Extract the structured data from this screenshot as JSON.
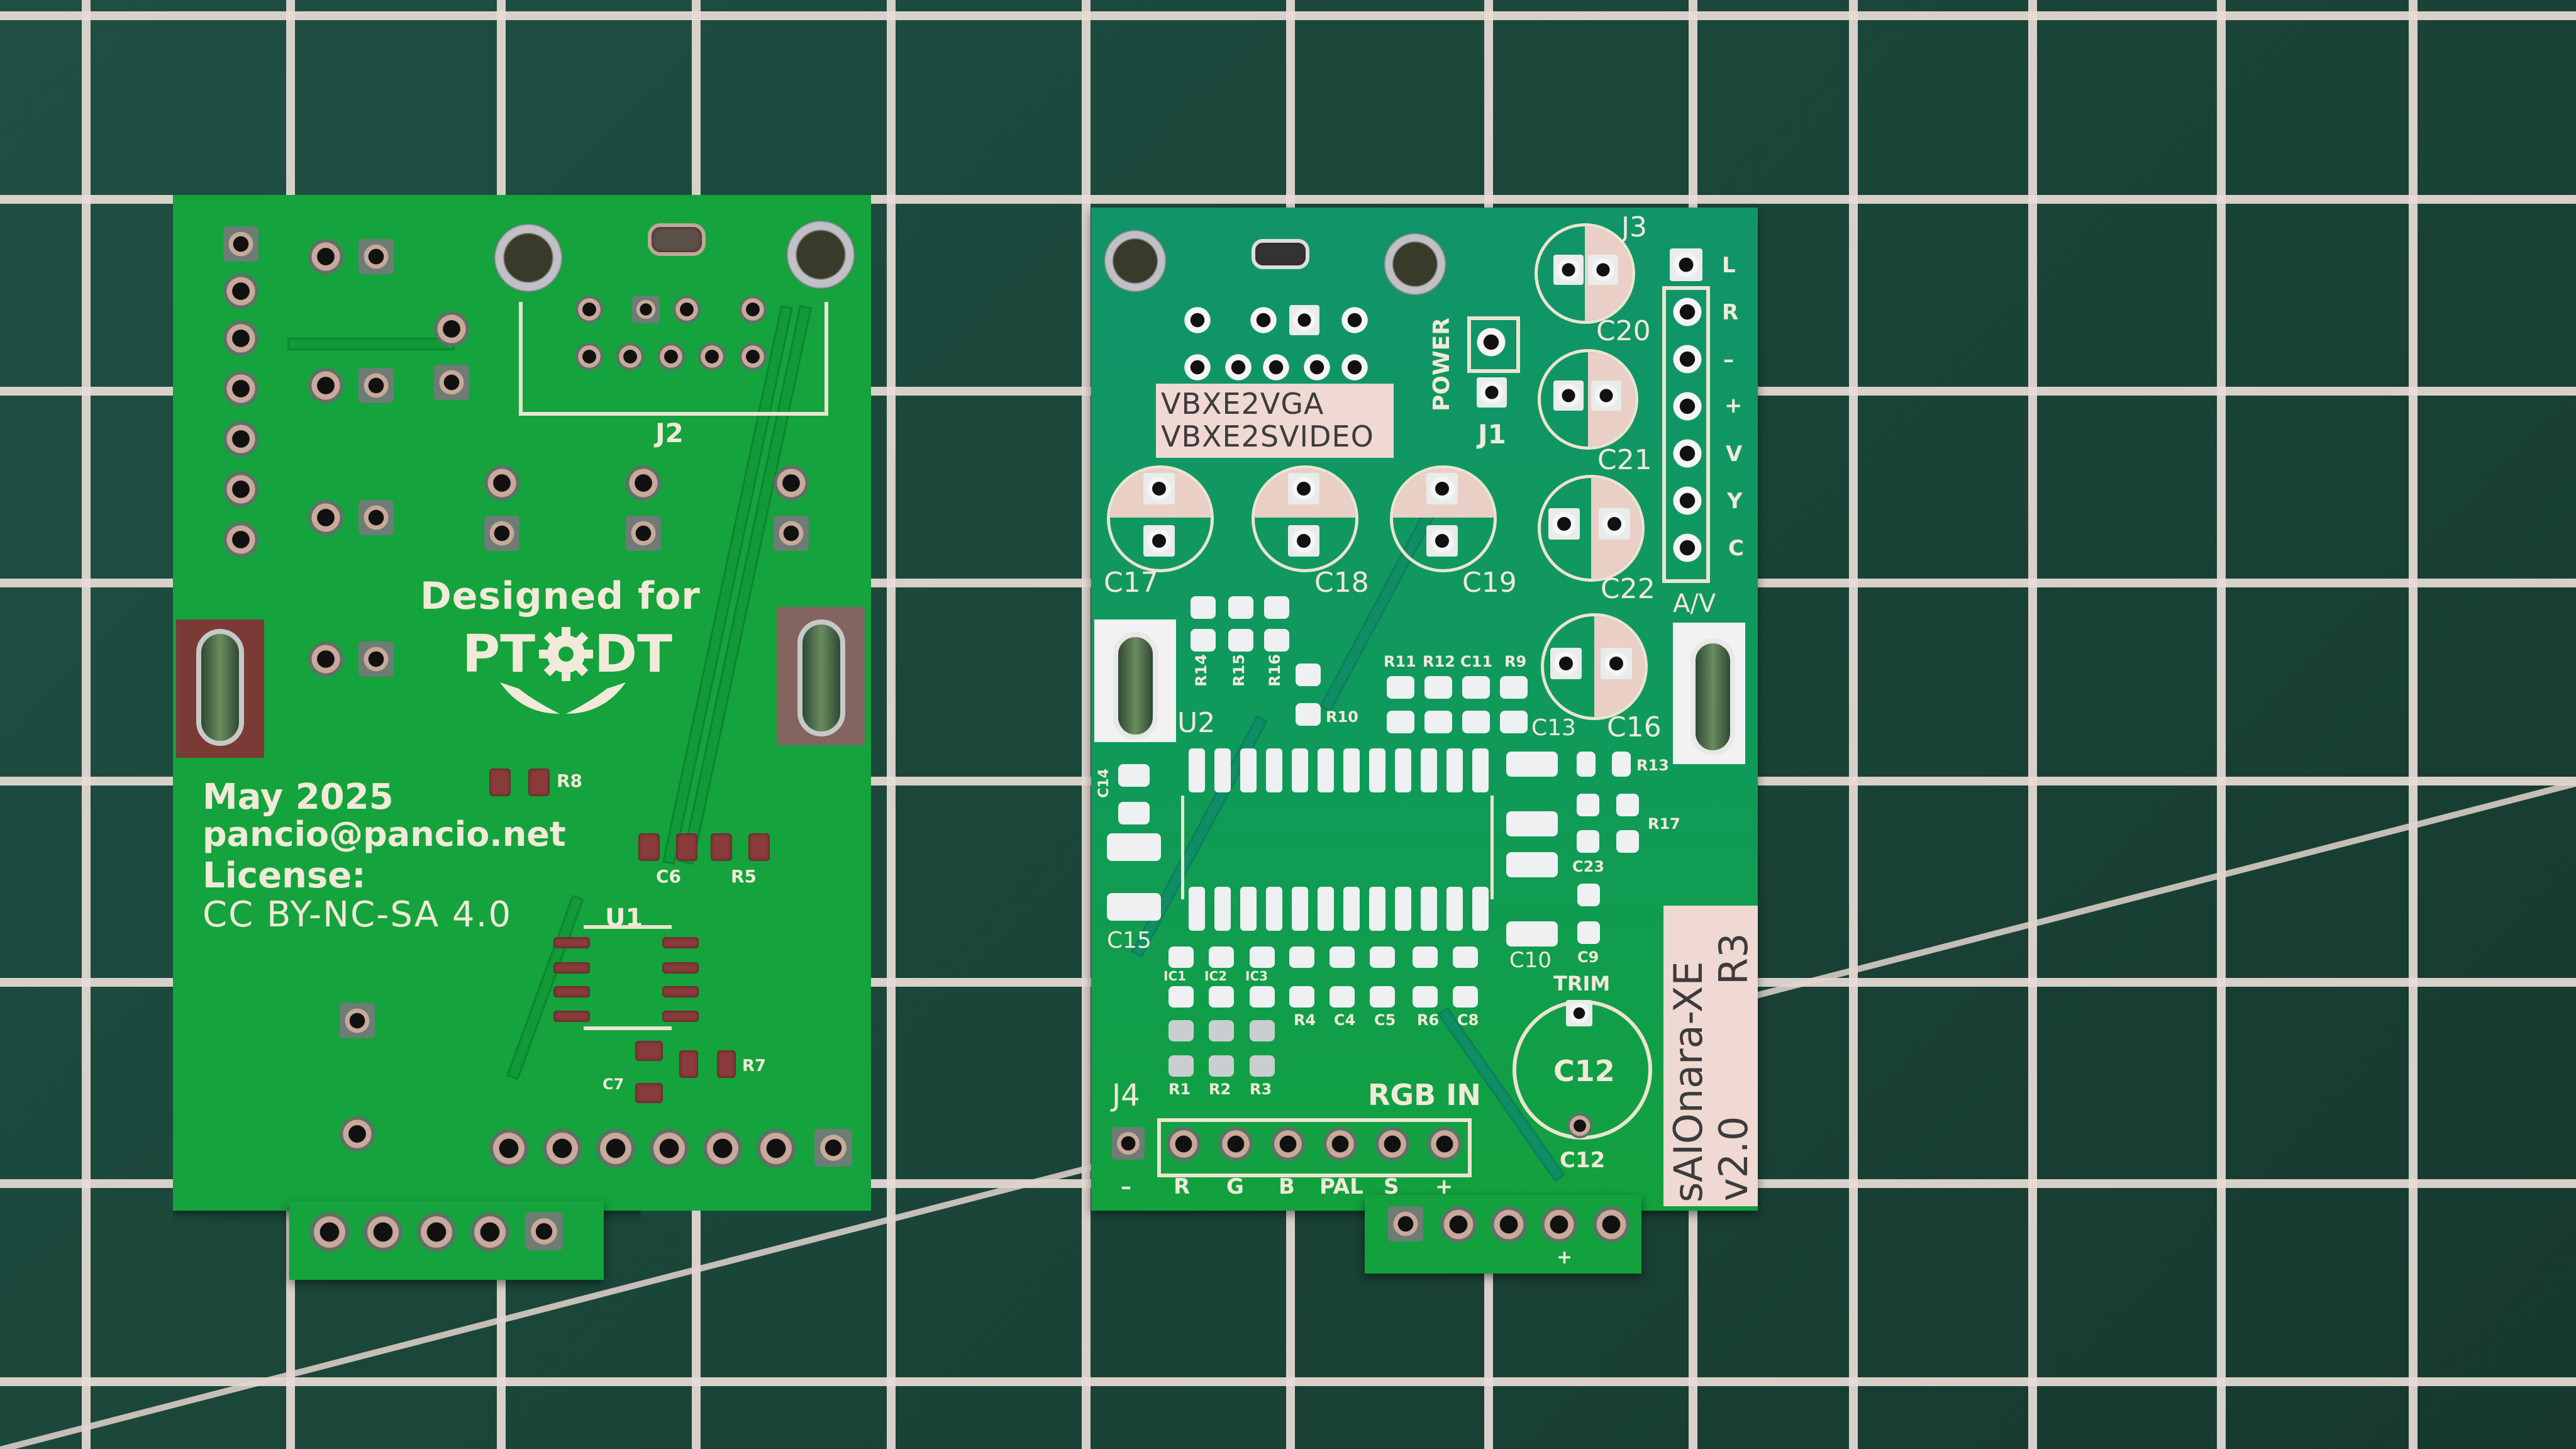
{
  "scene": {
    "description": "Two bare printed circuit boards photographed on a green self-healing cutting mat with a white grid",
    "background": {
      "mat_color": "#1d4a3e",
      "grid_line_color": "#e8dcd6"
    }
  },
  "left_board": {
    "side": "bottom",
    "color": "#14a33c",
    "designed_for": "Designed for",
    "logo_text_left": "PT",
    "logo_text_right": "DT",
    "date": "May 2025",
    "email": "pancio@pancio.net",
    "license_label": "License:",
    "license": "CC BY-NC-SA 4.0",
    "refs": {
      "connector": "J2",
      "ic": "U1",
      "r8": "R8",
      "c6": "C6",
      "r5": "R5",
      "c7": "C7",
      "r7": "R7"
    }
  },
  "right_board": {
    "side": "top",
    "color": "#119466",
    "variant_label_1": "VBXE2VGA",
    "variant_label_2": "VBXE2SVIDEO",
    "power_label": "POWER",
    "j1": "J1",
    "j3": "J3",
    "j4": "J4",
    "u2": "U2",
    "av_label": "A/V",
    "trim_label": "TRIM",
    "rgb_in_label": "RGB IN",
    "title_line_1": "sAIOnara-XE",
    "title_line_2_left": "v2.0",
    "title_line_2_right": "R3",
    "av_pins": [
      "L",
      "R",
      "–",
      "+",
      "V",
      "Y",
      "C"
    ],
    "rgb_pins": [
      "–",
      "R",
      "G",
      "B",
      "PAL",
      "S",
      "+"
    ],
    "bottom_plus": "+",
    "electrolytic_caps": {
      "c17": "C17",
      "c18": "C18",
      "c19": "C19",
      "c20": "C20",
      "c21": "C21",
      "c22": "C22",
      "c16": "C16",
      "c12": "C12",
      "c12b": "C12"
    },
    "smd_refs_top": {
      "r14": "R14",
      "r15": "R15",
      "r16": "R16",
      "r10": "R10",
      "r11": "R11",
      "r12": "R12",
      "c11": "C11",
      "r9": "R9",
      "c13": "C13",
      "r13": "R13",
      "r17": "R17",
      "c23": "C23",
      "c14": "C14",
      "c15": "C15",
      "c10": "C10",
      "c9": "C9"
    },
    "smd_refs_bottom": {
      "ic1": "IC1",
      "ic2": "IC2",
      "ic3": "IC3",
      "r4": "R4",
      "c4": "C4",
      "c5": "C5",
      "r6": "R6",
      "c8": "C8",
      "r1": "R1",
      "r2": "R2",
      "r3": "R3"
    }
  }
}
